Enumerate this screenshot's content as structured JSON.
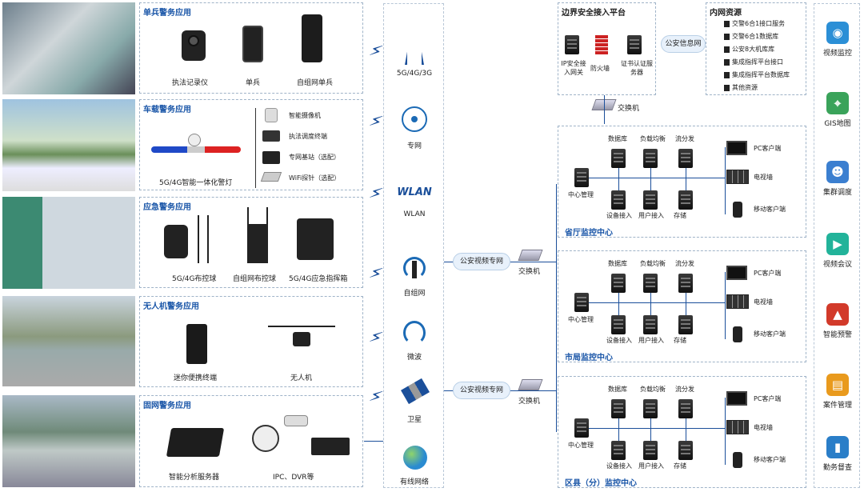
{
  "panels": [
    {
      "title": "单兵警务应用",
      "items": [
        "执法记录仪",
        "单兵",
        "自组网单兵"
      ]
    },
    {
      "title": "车载警务应用",
      "main": "5G/4G智能一体化警灯",
      "items": [
        "智能摄像机",
        "执法调度终端",
        "专网基站（选配）",
        "WiFi探针（选配）"
      ]
    },
    {
      "title": "应急警务应用",
      "items": [
        "5G/4G布控球",
        "自组网布控球",
        "5G/4G应急指挥箱"
      ]
    },
    {
      "title": "无人机警务应用",
      "items": [
        "迷你便携终端",
        "无人机"
      ]
    },
    {
      "title": "固网警务应用",
      "items": [
        "智能分析服务器",
        "IPC、DVR等"
      ]
    }
  ],
  "networks": [
    "5G/4G/3G",
    "专网",
    "WLAN",
    "自组网",
    "微波",
    "卫星",
    "有线网络"
  ],
  "wlan_logo": "WLAN",
  "border_platform": {
    "title": "边界安全接入平台",
    "items": [
      "IP安全接入网关",
      "防火墙",
      "证书认证服务器"
    ],
    "cloud": "公安信息网"
  },
  "intranet": {
    "title": "内网资源",
    "items": [
      "交警6合1接口服务",
      "交警6合1数据库",
      "公安8大机库库",
      "集成指挥平台接口",
      "集成指挥平台数据库",
      "其他资源"
    ]
  },
  "switch_label": "交换机",
  "video_net": "公安视频专网",
  "centers": [
    {
      "title": "省厅监控中心",
      "top": [
        "数据库",
        "负载均衡",
        "流分发"
      ],
      "bottom": [
        "设备接入",
        "用户接入",
        "存储"
      ],
      "core": "中心管理",
      "clients": [
        "PC客户端",
        "电视墙",
        "移动客户端"
      ]
    },
    {
      "title": "市局监控中心",
      "top": [
        "数据库",
        "负载均衡",
        "流分发"
      ],
      "bottom": [
        "设备接入",
        "用户接入",
        "存储"
      ],
      "core": "中心管理",
      "clients": [
        "PC客户端",
        "电视墙",
        "移动客户端"
      ]
    },
    {
      "title": "区县（分）监控中心",
      "top": [
        "数据库",
        "负载均衡",
        "流分发"
      ],
      "bottom": [
        "设备接入",
        "用户接入",
        "存储"
      ],
      "core": "中心管理",
      "clients": [
        "PC客户端",
        "电视墙",
        "移动客户端"
      ]
    }
  ],
  "apps": [
    "视频监控",
    "GIS地图",
    "集群调度",
    "视频会议",
    "智能预警",
    "案件管理",
    "勤务督查"
  ],
  "colors": {
    "accent": "#1a56a8",
    "line": "#1b4f9a"
  }
}
